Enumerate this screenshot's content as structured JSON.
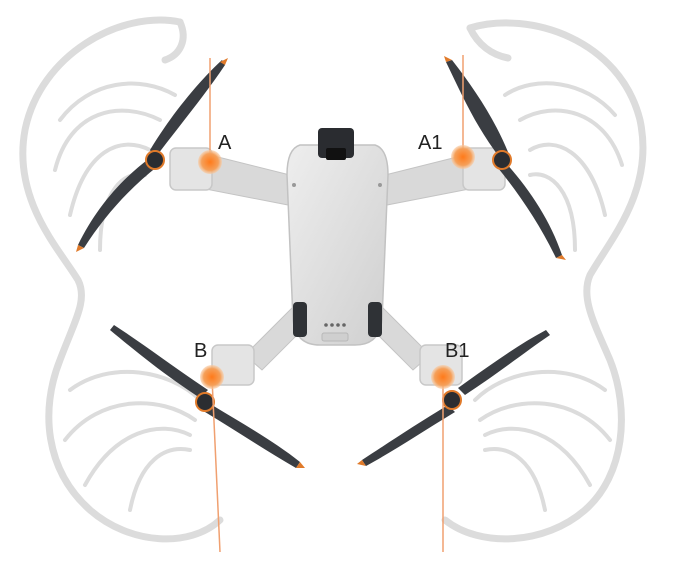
{
  "labels": {
    "a": "A",
    "a1": "A1",
    "b": "B",
    "b1": "B1"
  },
  "colors": {
    "background": "#ffffff",
    "guard": "#e6e6e6",
    "guard_stroke": "#cfcfcf",
    "body": "#dcdcdc",
    "propeller": "#3a3d42",
    "propeller_tip": "#e07a2a",
    "marker": "#f08a3a",
    "guide_line": "#f0a070"
  }
}
